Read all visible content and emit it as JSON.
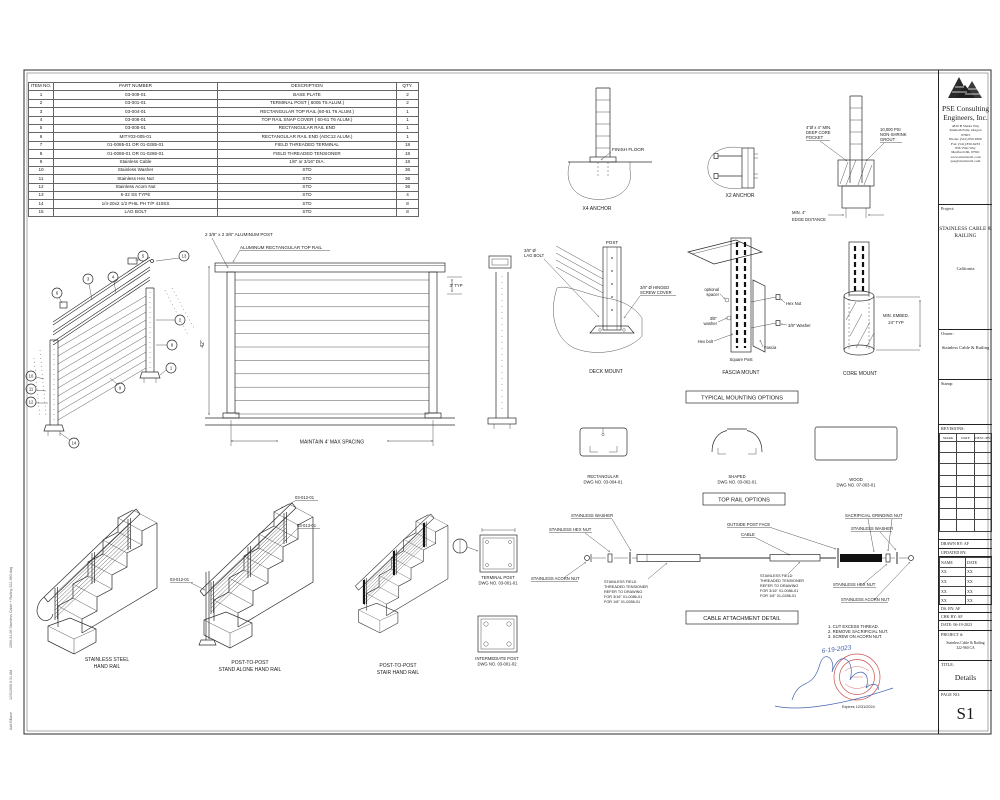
{
  "margin_notes": {
    "m1": "2006-04-06  Stainless Cable + Railing 322-960.dwg",
    "m2": "12/5/2008 6:31 AM",
    "m3": "Add BBase"
  },
  "parts_table": {
    "headers": [
      "ITEM NO.",
      "PART NUMBER",
      "DESCRIPTION",
      "QTY."
    ],
    "rows": [
      {
        "item": "1",
        "part": "03-009-01",
        "desc": "BASE PLATE",
        "qty": "2"
      },
      {
        "item": "2",
        "part": "03-001-01",
        "desc": "TERMINAL POST ( 6005 T6 ALUM.)",
        "qty": "2"
      },
      {
        "item": "3",
        "part": "03-004-01",
        "desc": "RECTANGULAR TOP RAIL (60-61 T6 ALUM.)",
        "qty": "1"
      },
      {
        "item": "4",
        "part": "03-006-01",
        "desc": "TOP RAIL SNAP COVER ( 60-61 T6 ALUM.)",
        "qty": "1"
      },
      {
        "item": "5",
        "part": "03-005-01",
        "desc": "RECTANGULAR RAIL END",
        "qty": "1"
      },
      {
        "item": "6",
        "part": "MITY03-005-01",
        "desc": "RECTANGULAR RAIL END (ADC12 ALUM.)",
        "qty": "1"
      },
      {
        "item": "7",
        "part": "01-0085-01 OR 01-0285-01",
        "desc": "FIELD THREADED TERMINAL",
        "qty": "18"
      },
      {
        "item": "8",
        "part": "01-0086-01 OR 01-0286-01",
        "desc": "FIELD THREADED TENSIONER",
        "qty": "18"
      },
      {
        "item": "9",
        "part": "Stainless Cable",
        "desc": "1/8\" or 3/16\" DIA.",
        "qty": "18"
      },
      {
        "item": "10",
        "part": "Stainless Washer",
        "desc": "STD",
        "qty": "36"
      },
      {
        "item": "11",
        "part": "Stainless Hex Nut",
        "desc": "STD",
        "qty": "36"
      },
      {
        "item": "12",
        "part": "Stainless Acorn Nut",
        "desc": "STD",
        "qty": "36"
      },
      {
        "item": "13",
        "part": "6-32 SS TYPE",
        "desc": "STD",
        "qty": "4"
      },
      {
        "item": "14",
        "part": "1/4-20x2 1/2 PHIL PH T/P 410SS",
        "desc": "STD",
        "qty": "8"
      },
      {
        "item": "15",
        "part": "LAG BOLT",
        "desc": "STD",
        "qty": "8"
      }
    ]
  },
  "title_block": {
    "company": "PSE Consulting Engineers, Inc.",
    "contact_lines": [
      {
        "text": "4810 B Shasta Way"
      },
      {
        "text": "Klamath Falls, Oregon"
      },
      {
        "text": "97603"
      },
      {
        "text": "Phone: (541) 850-6300"
      },
      {
        "text": "Fax: (541) 850-6233"
      },
      {
        "text": "856 Vilas Way"
      },
      {
        "text": "Medford OR, 97501"
      },
      {
        "text": "www.structural1.com"
      },
      {
        "text": "pse@structural1.com"
      }
    ],
    "project_label": "Project:",
    "project_name": "STAINLESS CABLE & RAILING",
    "project_location": "California",
    "owner_label": "Owner:",
    "owner_name": "Stainless Cable & Railing",
    "stamp_label": "Stamp:",
    "revisions_label": "REVISIONS:",
    "rev_col_mark": "MARK",
    "rev_col_date": "DATE",
    "rev_col_desc": "DESC./BY",
    "drawn_by": "DRAWN BY: AF",
    "updated_by": "UPDATED BY:",
    "name_col": "NAME",
    "date_col": "DATE",
    "placeholder": "XX",
    "ds_by": "DS. BY: AF",
    "chk_by": "CHK BY: AF",
    "date_row": "DATE: 06-19-2023",
    "project_no_label": "PROJECT #:",
    "project_no_1": "Stainless Cable & Railing",
    "project_no_2": "322-960 CA",
    "title_label": "TITLE:",
    "title_value": "Details",
    "page_label": "PAGE NO:",
    "page_value": "S1"
  },
  "exploded": {
    "balloons": {
      "n1": "1",
      "n2": "2",
      "n3": "3",
      "n4": "4",
      "n5": "5",
      "n6": "6",
      "n8": "8",
      "n9": "9",
      "n10": "10",
      "n11": "11",
      "n12": "12",
      "n13": "13",
      "n14": "14"
    }
  },
  "labels": {
    "finish_floor": "FINISH FLOOR",
    "x4_anchor": "X4 ANCHOR",
    "x2_anchor": "X2 ANCHOR",
    "core_pocket_1": "4\"Ø x 4\" MIN.",
    "core_pocket_2": "DEEP CORE",
    "core_pocket_3": "POCKET",
    "grout_1": "10,000 PSI",
    "grout_2": "NON-SHRINK",
    "grout_3": "GROUT",
    "edge_1": "MIN. 4\"",
    "edge_2": "EDGE DISTANCE",
    "alum_post": "2 3/8\" x 2 3/8\" ALUMINUM POST",
    "alum_rail": "ALUMINUM RECTANGULAR TOP RAIL",
    "dim_42": "42\"",
    "dim_3typ": "3\" TYP",
    "max_spacing": "MAINTAIN 4' MAX SPACING",
    "post": "POST",
    "lag_1": "3/8\" Ø",
    "lag_2": "LAG BOLT",
    "cover_1": "3/8\" Ø HINGED",
    "cover_2": "SCREW COVER",
    "deck_mount": "DECK MOUNT",
    "opt_spacer_1": "optional",
    "opt_spacer_2": "spacer",
    "washer38_1": "3/8\"",
    "washer38_2": "washer",
    "hex_bolt": "Hex bolt",
    "square_post": "Square Post",
    "fascia": "Fascia",
    "hex_nut": "Hex Nut",
    "washer38_r": "3/8\" Washer",
    "fascia_mount": "FASCIA MOUNT",
    "embed_1": "MIN. EMBED.",
    "embed_2": "24\" TYP",
    "core_mount": "CORE MOUNT",
    "typical_mounting": "TYPICAL MOUNTING OPTIONS",
    "rect_opt": "RECTANGULAR",
    "rect_dwg": "DWG NO. 03-004-01",
    "shaped_opt": "SHAPED",
    "shaped_dwg": "DWG NO. 03-002-01",
    "wood_opt": "WOOD",
    "wood_dwg": "DWG NO. 07-003-01",
    "top_rail_options": "TOP RAIL OPTIONS",
    "rail1_1": "STAINLESS STEEL",
    "rail1_2": "HAND RAIL",
    "rail2_1": "POST-TO-POST",
    "rail2_2": "STAND ALONE HAND RAIL",
    "rail3_1": "POST-TO-POST",
    "rail3_2": "STAIR HAND RAIL",
    "part_a": "03-012-01",
    "part_b": "03-013-01",
    "part_c": "03-012-01",
    "terminal_1": "TERMINAL POST",
    "terminal_2": "DWG NO. 03-001-01",
    "intermediate_1": "INTERMEDIATE POST",
    "intermediate_2": "DWG NO. 03-001-02",
    "st_washer": "STAINLESS WASHER",
    "st_hex": "STAINLESS HEX NUT",
    "st_acorn": "STAINLESS ACORN NUT",
    "outside_face": "OUTSIDE POST FACE",
    "cable": "CABLE",
    "sacrificial": "SACRIFICIAL GRINDING NUT",
    "tensioner_1": "STAINLESS FIELD",
    "tensioner_2": "THREADED TENSIONER",
    "tensioner_3": "REFER TO DRAWING",
    "tensioner_4": "FOR 3/16\" 01-0086-01",
    "tensioner_5": "FOR 1/8\" 01-0286-01",
    "cable_attachment": "CABLE ATTACHMENT DETAIL",
    "note1": "1.  CUT EXCESS THREAD.",
    "note2": "2.  REMOVE SACRIFICIAL NUT.",
    "note3": "3.  SCREW ON ACORN NUT.",
    "stamp_date": "6-19-2023",
    "expires": "Expires 12/31/2024"
  }
}
